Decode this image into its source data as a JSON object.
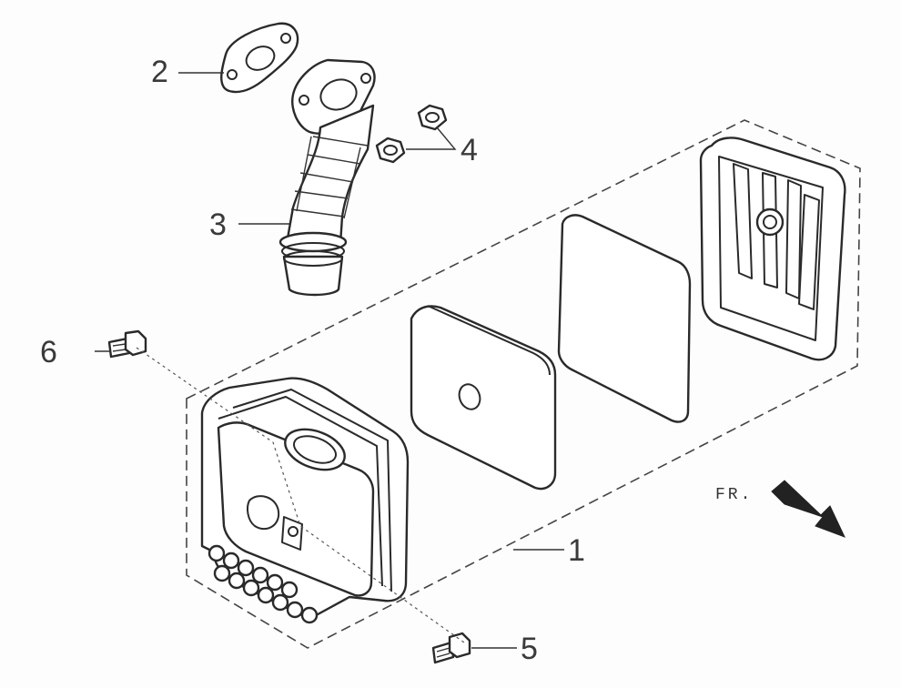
{
  "callouts": {
    "c1": "1",
    "c2": "2",
    "c3": "3",
    "c4": "4",
    "c5": "5",
    "c6": "6"
  },
  "direction_label": "FR.",
  "colors": {
    "line": "#2a2a2a",
    "arrow": "#222222",
    "background": "#fdfdfd"
  }
}
